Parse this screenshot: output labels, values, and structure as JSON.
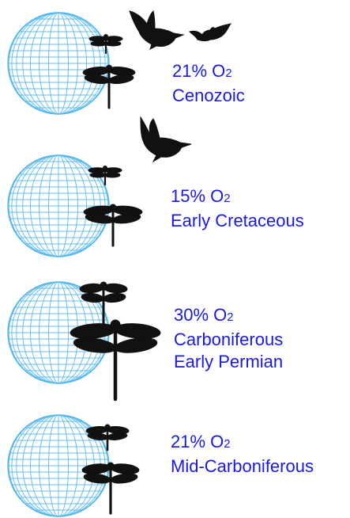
{
  "panels": [
    {
      "o2_percent": "21%",
      "o2_text": "O",
      "o2_sub": "2",
      "period_lines": [
        "Cenozoic"
      ]
    },
    {
      "o2_percent": "15%",
      "o2_text": "O",
      "o2_sub": "2",
      "period_lines": [
        "Early Cretaceous"
      ]
    },
    {
      "o2_percent": "30%",
      "o2_text": "O",
      "o2_sub": "2",
      "period_lines": [
        "Carboniferous",
        "Early Permian"
      ]
    },
    {
      "o2_percent": "21%",
      "o2_text": "O",
      "o2_sub": "2",
      "period_lines": [
        "Mid-Carboniferous"
      ]
    }
  ],
  "colors": {
    "label": "#1a1adf",
    "globe_grid": "#4fb6ea",
    "silhouette": "#111111"
  },
  "icons": [
    "globe-icon",
    "dragonfly-icon",
    "bird-icon",
    "bat-icon"
  ]
}
